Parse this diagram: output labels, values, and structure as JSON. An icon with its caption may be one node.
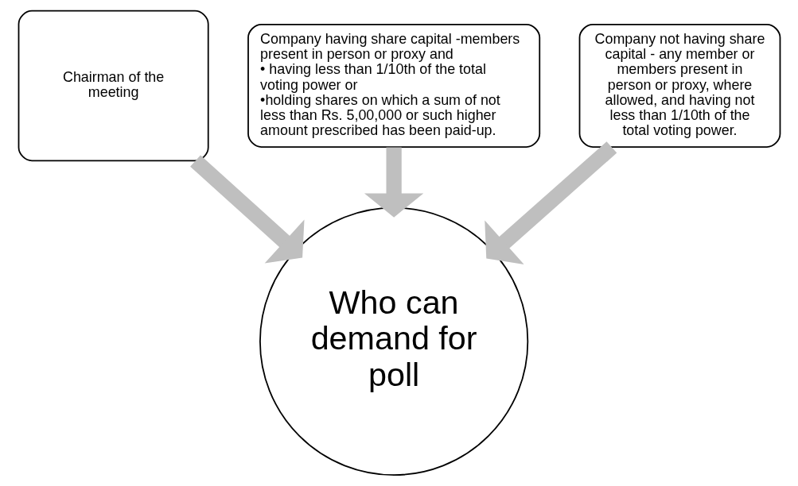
{
  "diagram": {
    "nodes": [
      {
        "text": [
          "Chairman of the meeting"
        ]
      },
      {
        "text": [
          "Company having share capital -members present in person or proxy and",
          "• having less than 1/10th of the total voting power or",
          "•holding shares on which a sum of not less than Rs. 5,00,000 or such higher amount prescribed has been paid-up."
        ]
      },
      {
        "text": [
          "Company not having share capital - any member or members present in person or proxy, where allowed, and having not less than 1/10th of the total voting power."
        ]
      },
      {
        "text": [
          "Who can demand for poll"
        ]
      }
    ],
    "edges": [
      {
        "from": 0,
        "to": 3,
        "arrow": "to"
      },
      {
        "from": 1,
        "to": 3,
        "arrow": "to"
      },
      {
        "from": 2,
        "to": 3,
        "arrow": "to"
      }
    ]
  }
}
